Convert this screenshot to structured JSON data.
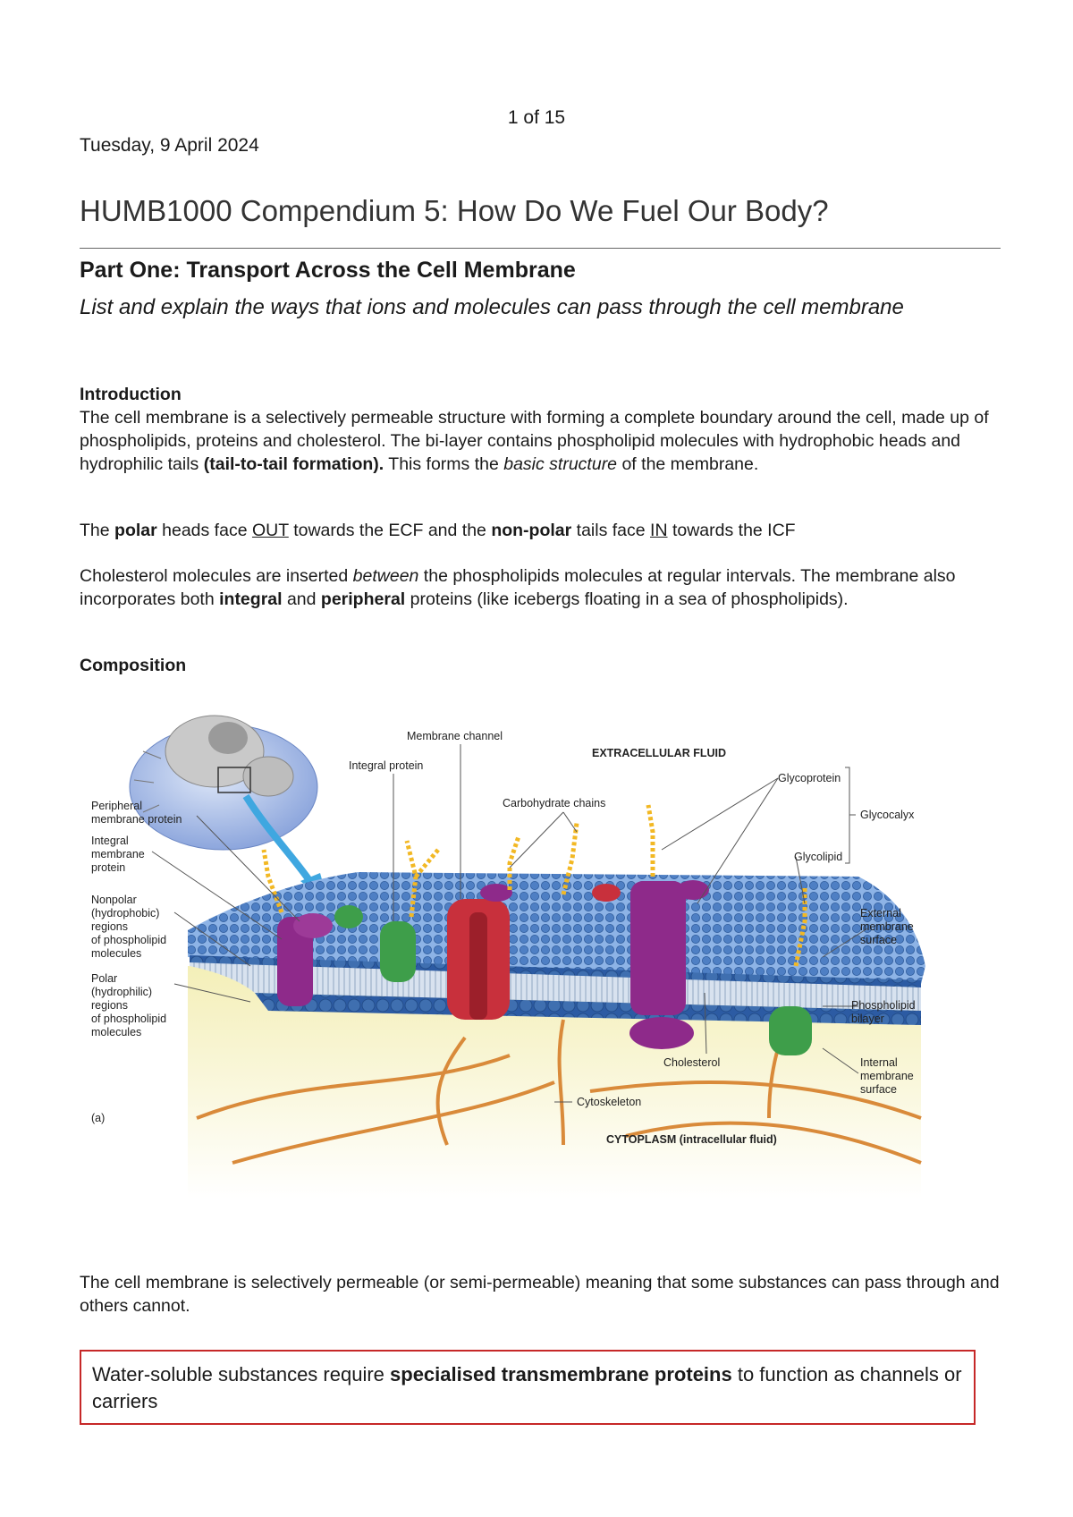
{
  "header": {
    "page_number": "1 of 15",
    "date": "Tuesday, 9 April 2024"
  },
  "title": "HUMB1000 Compendium 5: How Do We Fuel Our Body?",
  "part_heading": "Part One: Transport Across the Cell Membrane",
  "question": "List and explain the ways that ions and molecules can pass through the cell membrane",
  "introduction": {
    "heading": "Introduction",
    "p1": {
      "a": "The cell membrane is a selectively permeable structure with forming a complete boundary around the cell, made up of phospholipids, proteins and cholesterol. The bi-layer contains phospholipid molecules with hydrophobic heads and hydrophilic tails ",
      "b": "(tail-to-tail formation).",
      "c": " This forms the ",
      "d": "basic structure",
      "e": " of the membrane."
    },
    "p2": {
      "a": "The ",
      "b": "polar",
      "c": " heads face ",
      "d": "OUT",
      "e": " towards the ECF and the ",
      "f": "non-polar",
      "g": " tails face ",
      "h": "IN",
      "i": " towards the ICF"
    },
    "p3": {
      "a": "Cholesterol molecules are inserted ",
      "b": "between",
      "c": " the phospholipids molecules at regular intervals. The membrane also incorporates both ",
      "d": "integral",
      "e": " and ",
      "f": "peripheral",
      "g": " proteins (like icebergs floating in a sea of phospholipids)."
    }
  },
  "composition": {
    "heading": "Composition",
    "figure_labels": {
      "membrane_channel": "Membrane channel",
      "extracellular_fluid": "EXTRACELLULAR FLUID",
      "integral_protein": "Integral protein",
      "glycoprotein": "Glycoprotein",
      "carbohydrate_chains": "Carbohydrate chains",
      "glycocalyx": "Glycocalyx",
      "peripheral_1": "Peripheral",
      "peripheral_2": "membrane protein",
      "integral_membrane_1": "Integral",
      "integral_membrane_2": "membrane",
      "integral_membrane_3": "protein",
      "glycolipid": "Glycolipid",
      "nonpolar_1": "Nonpolar",
      "nonpolar_2": "(hydrophobic)",
      "nonpolar_3": "regions",
      "nonpolar_4": "of phospholipid",
      "nonpolar_5": "molecules",
      "external_1": "External",
      "external_2": "membrane",
      "external_3": "surface",
      "polar_1": "Polar",
      "polar_2": "(hydrophilic)",
      "polar_3": "regions",
      "polar_4": "of phospholipid",
      "polar_5": "molecules",
      "phospholipid_1": "Phospholipid",
      "phospholipid_2": "bilayer",
      "cholesterol": "Cholesterol",
      "internal_1": "Internal",
      "internal_2": "membrane",
      "internal_3": "surface",
      "cytoskeleton": "Cytoskeleton",
      "panel": "(a)",
      "cytoplasm": "CYTOPLASM (intracellular fluid)"
    }
  },
  "after_figure": "The cell membrane is selectively permeable (or semi-permeable) meaning that some substances can pass through and others cannot.",
  "callout": {
    "a": "Water-soluble substances require ",
    "b": "specialised transmembrane proteins",
    "c": " to function as channels or carriers"
  },
  "colors": {
    "callout_border": "#c62828",
    "bilayer_blue": "#3f6fb0",
    "protein_purple": "#8e2a8a",
    "protein_green": "#3e9e4a",
    "protein_red": "#c8303c",
    "carbohydrate_yellow": "#f2b824",
    "cytoskeleton_orange": "#d98a3a"
  }
}
